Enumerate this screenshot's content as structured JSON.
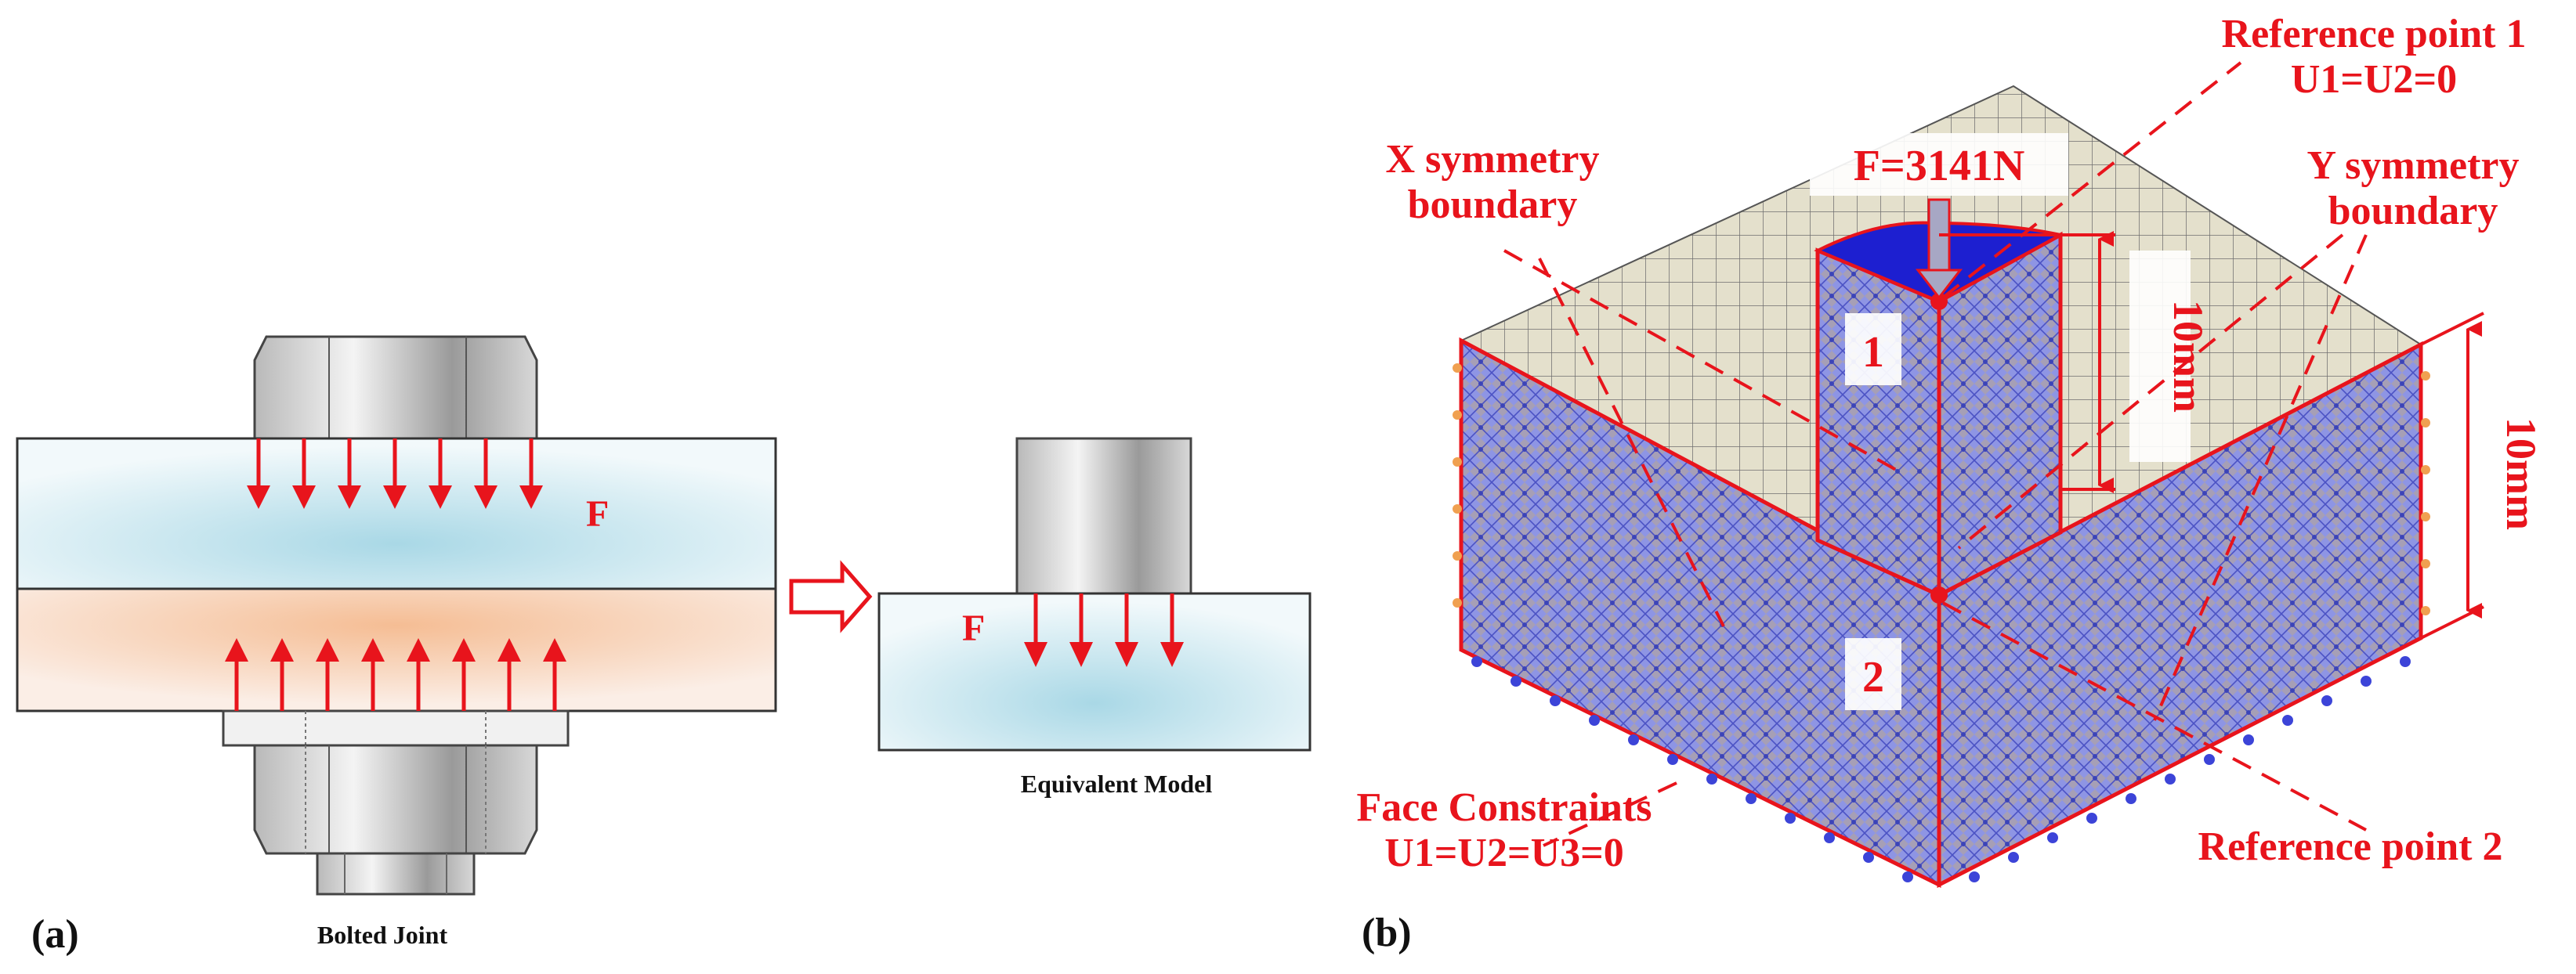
{
  "panel_a": {
    "panel_label": "(a)",
    "bolted_joint_caption": "Bolted Joint",
    "equivalent_model_caption": "Equivalent Model",
    "force_label_top": "F",
    "force_label_model": "F"
  },
  "panel_b": {
    "panel_label": "(b)",
    "force_label": "F=3141N",
    "reference_point_1_line1": "Reference point 1",
    "reference_point_1_line2": "U1=U2=0",
    "x_symmetry_line1": "X symmetry",
    "x_symmetry_line2": "boundary",
    "y_symmetry_line1": "Y symmetry",
    "y_symmetry_line2": "boundary",
    "dimension_inner": "10mm",
    "dimension_outer": "10mm",
    "part_1_label": "1",
    "part_2_label": "2",
    "face_constraints_line1": "Face Constraints",
    "face_constraints_line2": "U1=U2=U3=0",
    "reference_point_2": "Reference point 2"
  },
  "colors": {
    "annotation_red": "#e8141c",
    "plate_blue": "#bfe1ea",
    "plate_orange": "#f7c9a6",
    "mesh_blue": "#6b78d6",
    "top_surface": "#e4e0cc",
    "cap_blue": "#1d1fd0"
  }
}
